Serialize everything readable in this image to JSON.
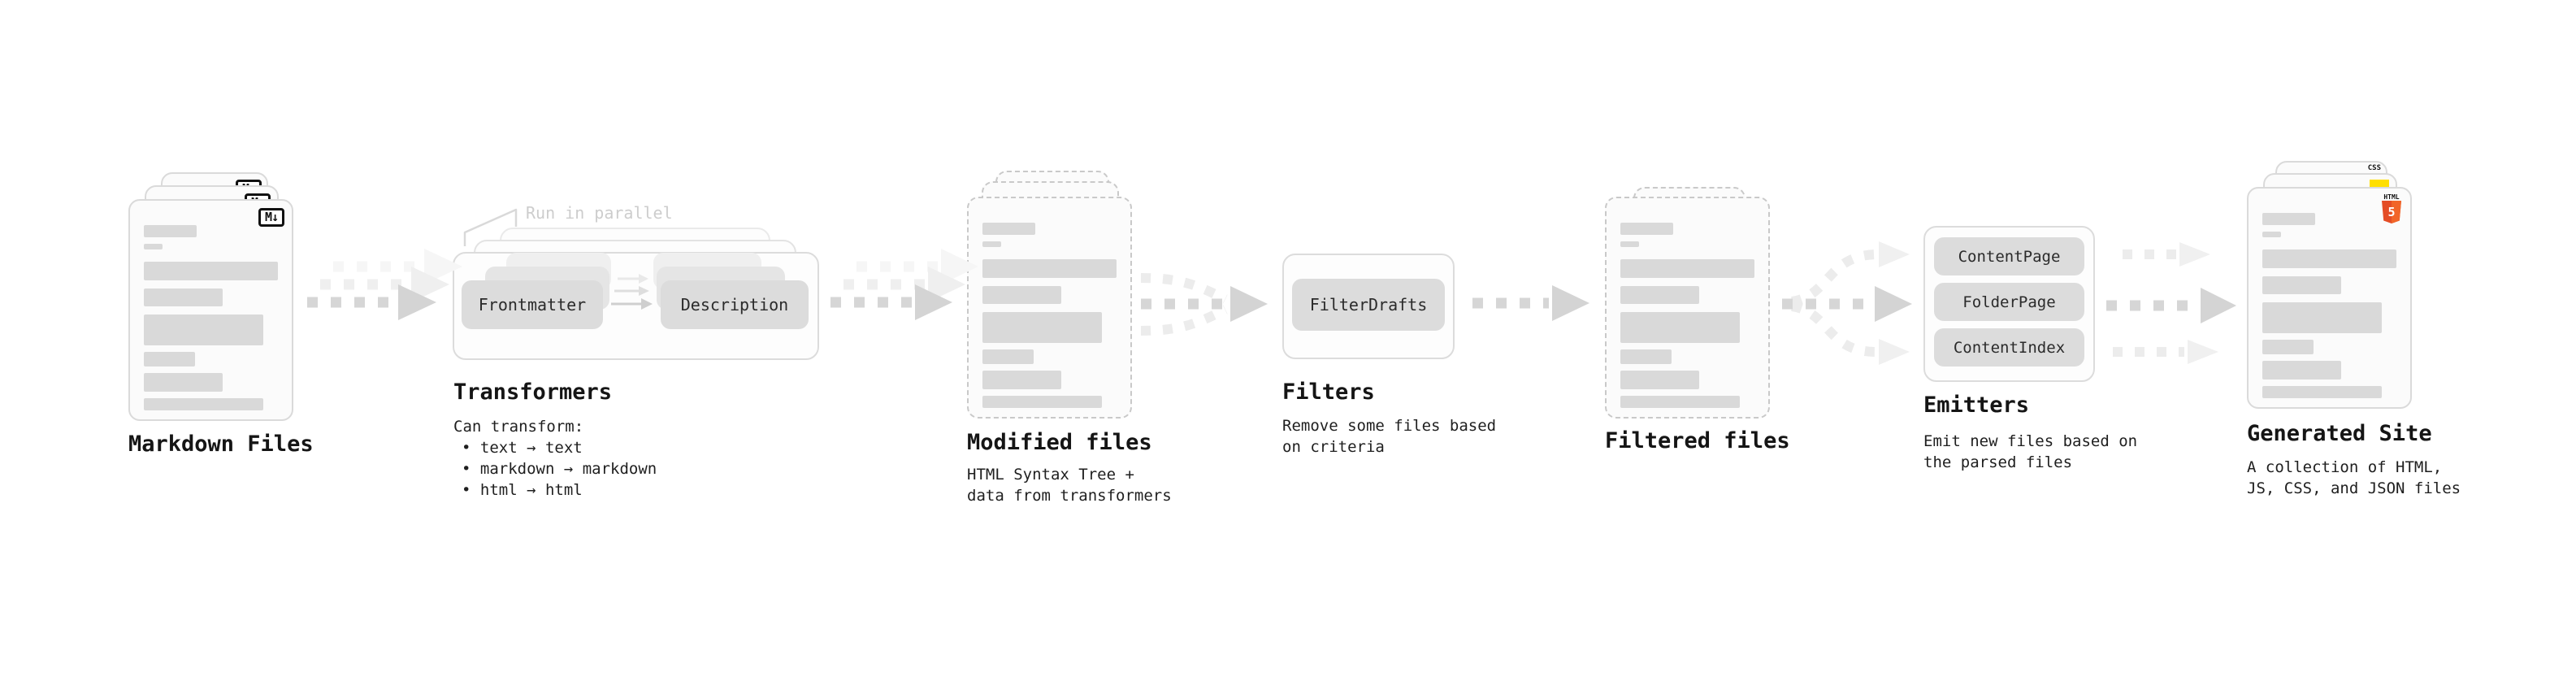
{
  "diagram": {
    "markdown_files": {
      "title": "Markdown Files",
      "icon": "M↓"
    },
    "transformers": {
      "title": "Transformers",
      "annotation": "Run in parallel",
      "boxes": [
        "Frontmatter",
        "Description"
      ],
      "descs": [
        "Can transform:",
        "• text → text",
        "• markdown → markdown",
        "• html → html"
      ]
    },
    "modified_files": {
      "title": "Modified files",
      "descs": [
        "HTML Syntax Tree +",
        "data from transformers"
      ]
    },
    "filters": {
      "title": "Filters",
      "boxes": [
        "FilterDrafts"
      ],
      "descs": [
        "Remove some files based",
        "on criteria"
      ]
    },
    "filtered_files": {
      "title": "Filtered files"
    },
    "emitters": {
      "title": "Emitters",
      "boxes": [
        "ContentPage",
        "FolderPage",
        "ContentIndex"
      ],
      "descs": [
        "Emit new files based on",
        "the parsed files"
      ]
    },
    "generated_site": {
      "title": "Generated Site",
      "descs": [
        "A collection of HTML,",
        "JS, CSS, and JSON files"
      ],
      "badge_css": "CSS",
      "badge_html_label": "HTML",
      "badge_html_number": "5"
    }
  },
  "colors": {
    "arrow_gray": "#d6d6d6",
    "arrow_ghost": "#efefef",
    "card_border": "#dadada",
    "placeholder": "#d9d9d9",
    "pill_gray": "#dcdcdc",
    "html5_orange": "#e44d26",
    "js_yellow": "#ffdf00",
    "css_blue": "#2d5be3"
  }
}
